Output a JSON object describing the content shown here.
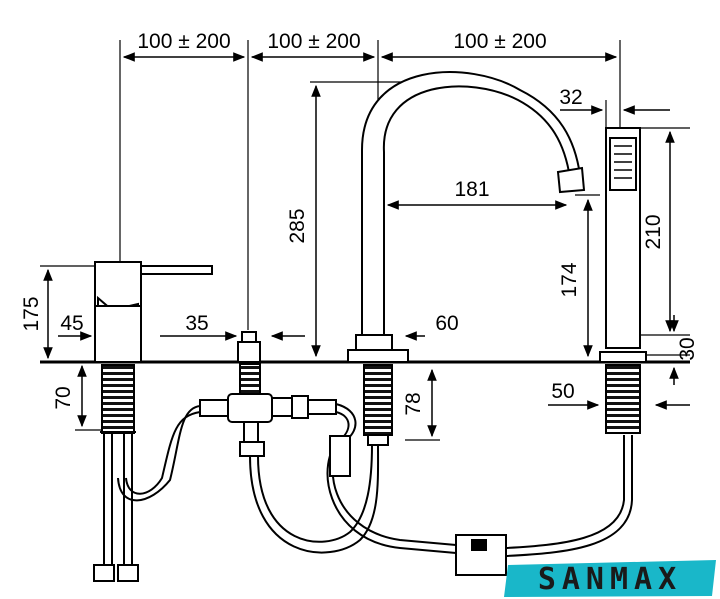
{
  "dimensions": {
    "top_spacing_1": "100 ± 200",
    "top_spacing_2": "100 ± 200",
    "top_spacing_3": "100 ± 200",
    "handshower_width": "32",
    "spout_height": "285",
    "spout_reach": "181",
    "spout_outlet_height": "174",
    "handshower_length": "210",
    "mixer_height": "175",
    "mixer_body_width": "45",
    "diverter_width": "35",
    "spout_base_width": "60",
    "holder_height": "30",
    "holder_width": "50",
    "mixer_shank_length": "70",
    "spout_shank_length": "78"
  },
  "brand": {
    "logo_text": "SANMAX",
    "logo_color": "#19b7c9"
  }
}
